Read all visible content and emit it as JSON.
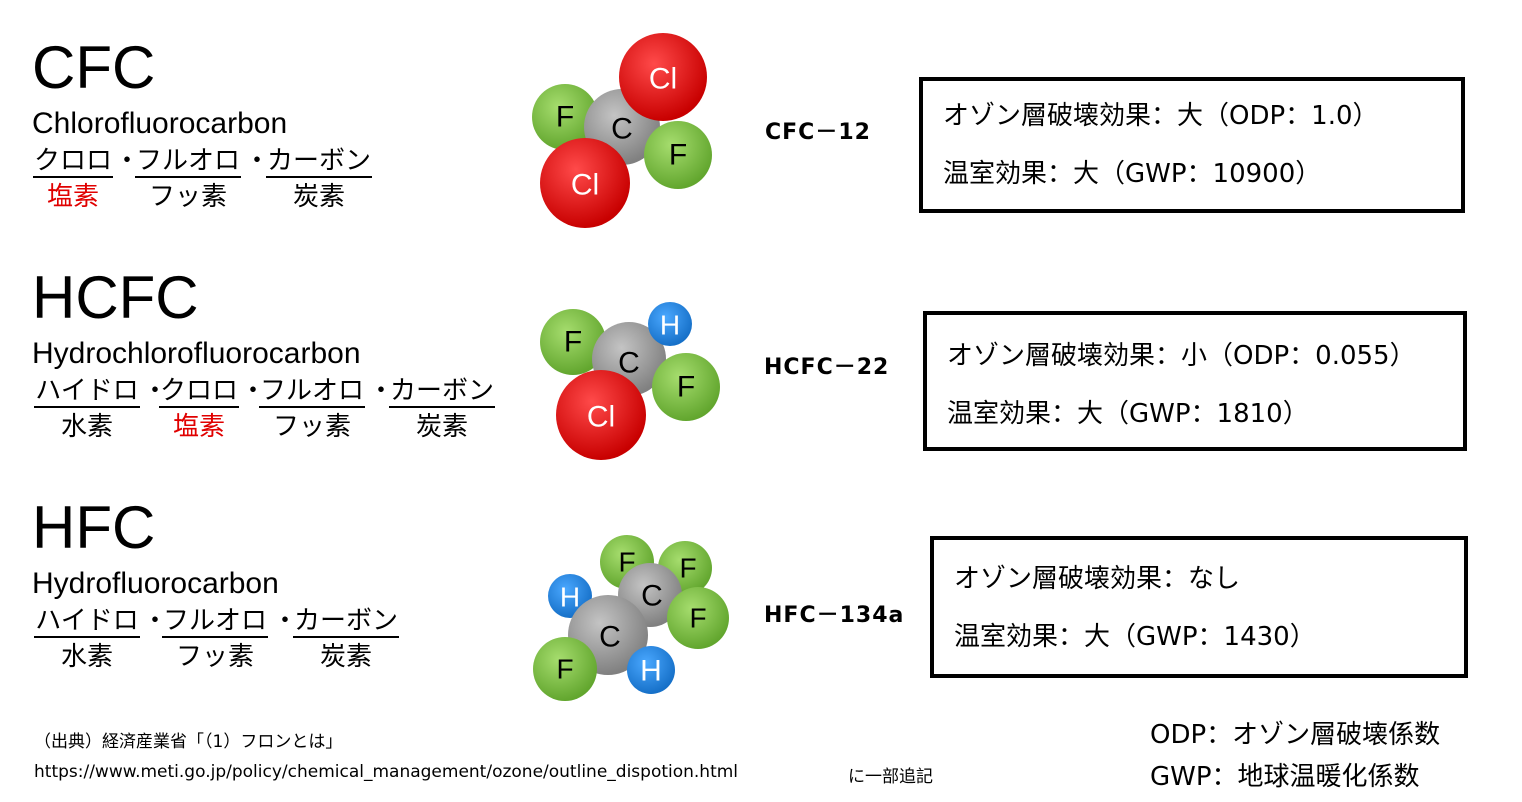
{
  "rows": [
    {
      "abbr": "CFC",
      "full_name": "Chlorofluorocarbon",
      "terms": [
        {
          "katakana": "クロロ",
          "kanji": "塩素"
        },
        {
          "katakana": "フルオロ",
          "kanji": "フッ素"
        },
        {
          "katakana": "カーボン",
          "kanji": "炭素"
        }
      ],
      "separator": "・",
      "molecule_atoms": [
        "F",
        "C",
        "Cl",
        "F",
        "Cl"
      ],
      "compound": "CFC－12",
      "odp_line": "オゾン層破壊効果：大（ODP：1.0）",
      "gwp_line": "温室効果：大（GWP：10900）"
    },
    {
      "abbr": "HCFC",
      "full_name": "Hydrochlorofluorocarbon",
      "terms": [
        {
          "katakana": "ハイドロ",
          "kanji": "水素"
        },
        {
          "katakana": "クロロ",
          "kanji": "塩素"
        },
        {
          "katakana": "フルオロ",
          "kanji": "フッ素"
        },
        {
          "katakana": "カーボン",
          "kanji": "炭素"
        }
      ],
      "separator": "・",
      "molecule_atoms": [
        "F",
        "C",
        "H",
        "F",
        "Cl"
      ],
      "compound": "HCFC－22",
      "odp_line": "オゾン層破壊効果：小（ODP：0.055）",
      "gwp_line": "温室効果：大（GWP：1810）"
    },
    {
      "abbr": "HFC",
      "full_name": "Hydrofluorocarbon",
      "terms": [
        {
          "katakana": "ハイドロ",
          "kanji": "水素"
        },
        {
          "katakana": "フルオロ",
          "kanji": "フッ素"
        },
        {
          "katakana": "カーボン",
          "kanji": "炭素"
        }
      ],
      "separator": "・",
      "molecule_atoms": [
        "F",
        "F",
        "H",
        "C",
        "F",
        "C",
        "F",
        "H"
      ],
      "compound": "HFC－134a",
      "odp_line": "オゾン層破壊効果：なし",
      "gwp_line": "温室効果：大（GWP：1430）"
    }
  ],
  "colors": {
    "chlorine": "#e00000",
    "fluorine": "#7cc142",
    "carbon": "#9a9a9a",
    "hydrogen": "#1e88e5",
    "highlight_text": "#e00000"
  },
  "footer": {
    "source": "（出典）経済産業省「（1）フロンとは」",
    "url": "https://www.meti.go.jp/policy/chemical_management/ozone/outline_dispotion.html",
    "note": "に一部追記"
  },
  "legend": {
    "odp": "ODP：オゾン層破壊係数",
    "gwp": "GWP：地球温暖化係数"
  }
}
